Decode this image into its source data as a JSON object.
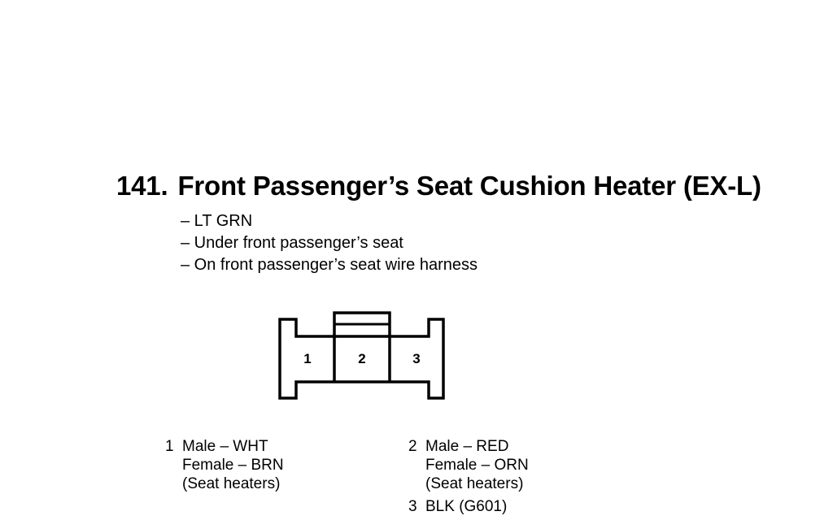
{
  "connector": {
    "number": "141.",
    "name": "Front Passenger’s Seat Cushion Heater (EX-L)",
    "details": [
      "– LT GRN",
      "– Under front passenger’s seat",
      "– On front passenger’s seat wire harness"
    ],
    "cavities": [
      "1",
      "2",
      "3"
    ]
  },
  "pinout": [
    {
      "pin": "1",
      "lines": [
        "Male – WHT",
        "Female – BRN",
        "(Seat heaters)"
      ]
    },
    {
      "pin": "2",
      "lines": [
        "Male – RED",
        "Female – ORN",
        "(Seat heaters)"
      ]
    },
    {
      "pin": "3",
      "lines": [
        "BLK (G601)"
      ]
    }
  ]
}
